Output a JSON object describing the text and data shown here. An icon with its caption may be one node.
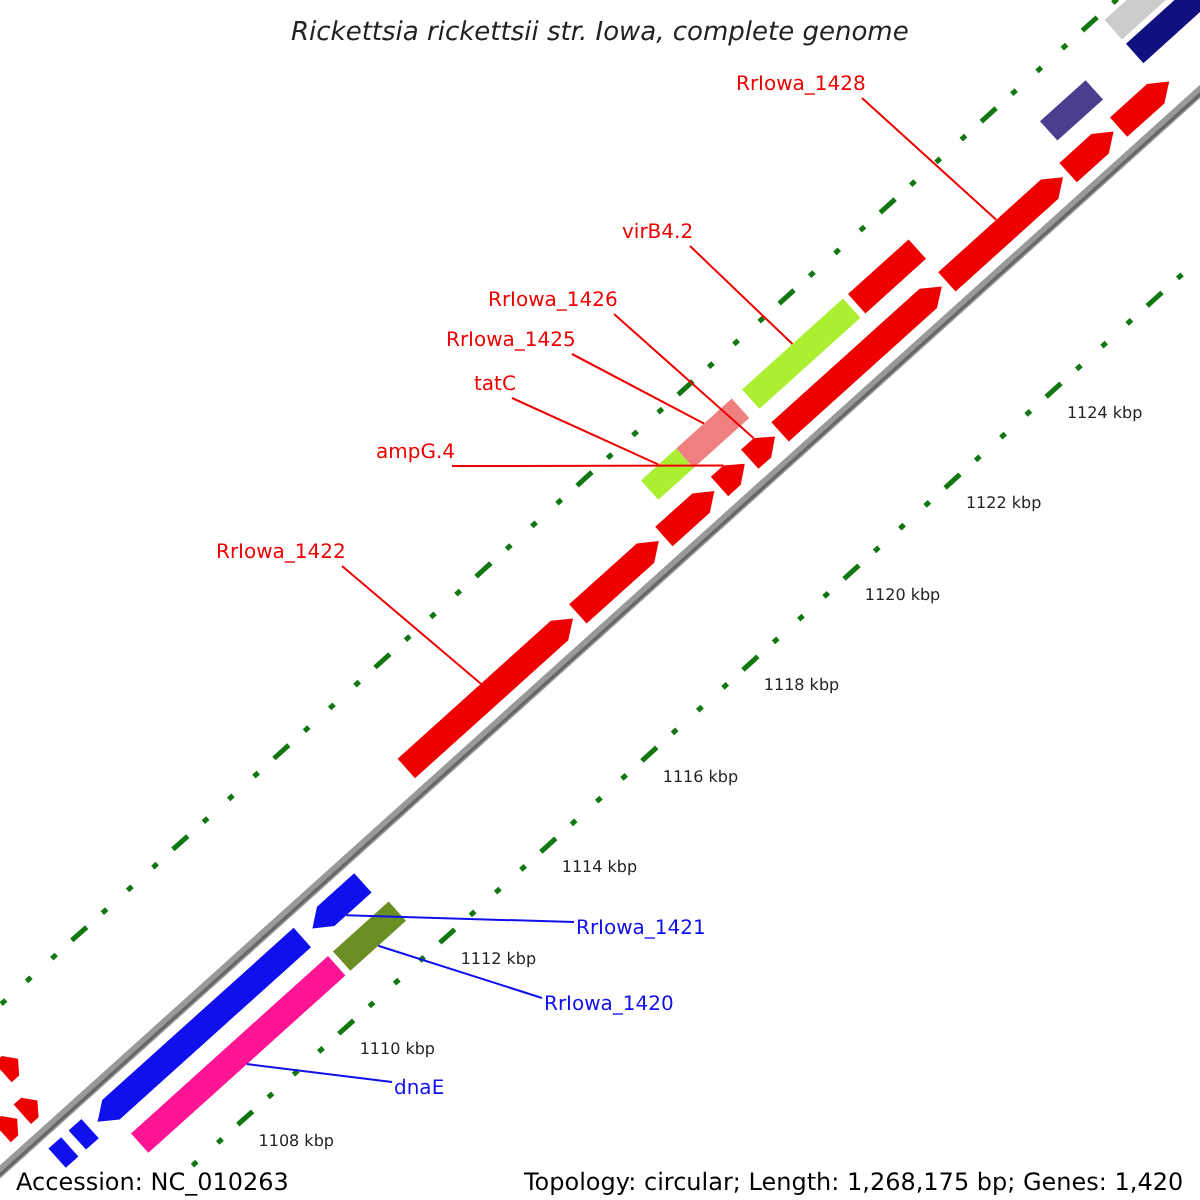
{
  "diagram": {
    "title": "Rickettsia rickettsii str. Iowa, complete genome",
    "nodes": [
      {
        "text": [
          "RrIowa_1428"
        ]
      },
      {
        "text": [
          "virB4.2"
        ]
      },
      {
        "text": [
          "RrIowa_1426"
        ]
      },
      {
        "text": [
          "RrIowa_1425"
        ]
      },
      {
        "text": [
          "tatC"
        ]
      },
      {
        "text": [
          "ampG.4"
        ]
      },
      {
        "text": [
          "RrIowa_1422"
        ]
      },
      {
        "text": [
          "RrIowa_1421"
        ]
      },
      {
        "text": [
          "RrIowa_1420"
        ]
      },
      {
        "text": [
          "dnaE"
        ]
      },
      {
        "text": [],
        "shape": "diamond"
      },
      {
        "text": [],
        "shape": "arrow"
      },
      {
        "text": [],
        "shape": "diamond"
      },
      {
        "text": [],
        "shape": "arrow"
      },
      {
        "text": [],
        "shape": "arrow"
      },
      {
        "text": [],
        "shape": "arrow"
      },
      {
        "text": [],
        "shape": "box"
      },
      {
        "text": [],
        "shape": "arrow"
      },
      {
        "text": [],
        "shape": "box"
      },
      {
        "text": [],
        "shape": "arrow"
      },
      {
        "text": [],
        "shape": "arrow"
      },
      {
        "text": [],
        "shape": "arrow"
      },
      {
        "text": [],
        "shape": "box"
      },
      {
        "text": [],
        "shape": "box"
      },
      {
        "text": [],
        "shape": "arrow"
      },
      {
        "text": [],
        "shape": "arrow"
      },
      {
        "text": [],
        "shape": "arrow"
      },
      {
        "text": [],
        "shape": "box"
      },
      {
        "text": [],
        "shape": "box"
      },
      {
        "text": [],
        "shape": "arrow"
      },
      {
        "text": [],
        "shape": "arrow"
      },
      {
        "text": [],
        "shape": "box"
      },
      {
        "text": [],
        "shape": "arrow"
      },
      {
        "text": [],
        "shape": "box"
      },
      {
        "text": [],
        "shape": "box"
      }
    ],
    "edges": [
      {
        "from": 0,
        "to": 29,
        "arrow": "none"
      },
      {
        "from": 1,
        "to": 27,
        "arrow": "none"
      },
      {
        "from": 2,
        "to": 25,
        "arrow": "none"
      },
      {
        "from": 3,
        "to": 23,
        "arrow": "none"
      },
      {
        "from": 4,
        "to": 22,
        "arrow": "none"
      },
      {
        "from": 5,
        "to": 24,
        "arrow": "none"
      },
      {
        "from": 6,
        "to": 19,
        "arrow": "none"
      },
      {
        "from": 7,
        "to": 17,
        "arrow": "none",
        "color": "#1010ee"
      },
      {
        "from": 8,
        "to": 18,
        "arrow": "none",
        "color": "#1010ee"
      },
      {
        "from": 9,
        "to": 16,
        "arrow": "none",
        "color": "#1010ee"
      }
    ],
    "labels": [
      "1124 kbp",
      "1122 kbp",
      "1120 kbp",
      "1118 kbp",
      "1116 kbp",
      "1114 kbp",
      "1112 kbp",
      "1110 kbp",
      "1108 kbp",
      "Accession: NC_010263",
      "Topology: circular; Length: 1,268,175 bp; Genes: 1,420"
    ]
  }
}
